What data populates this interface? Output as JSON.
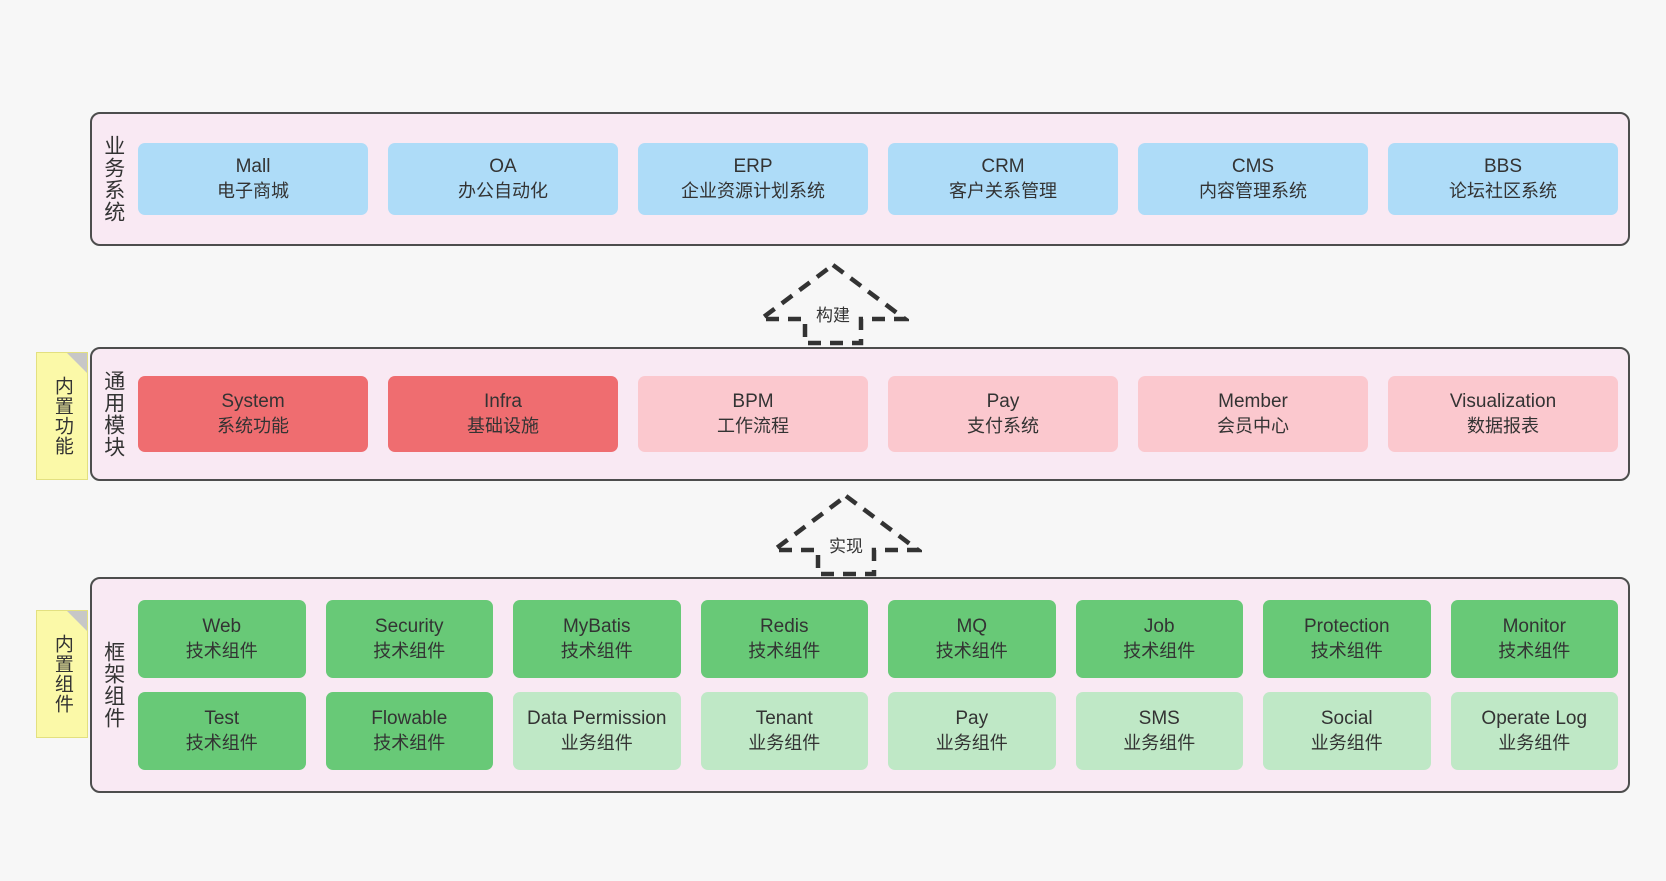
{
  "diagram": {
    "background": "#f7f7f7",
    "layer_bg": "#f9e9f3",
    "layer_border": "#4d4d4d",
    "note_bg": "#fbf9a8",
    "colors": {
      "business": "#aedcf8",
      "core_module": "#ef6d70",
      "module": "#fbc8ce",
      "tech_component": "#68c977",
      "biz_component": "#bfe8c6"
    }
  },
  "notes": [
    {
      "label": "内置功能"
    },
    {
      "label": "内置组件"
    }
  ],
  "arrows": [
    {
      "label": "构建"
    },
    {
      "label": "实现"
    }
  ],
  "layers": [
    {
      "title": "业务系统",
      "rows": [
        [
          {
            "en": "Mall",
            "cn": "电子商城",
            "color": "blue"
          },
          {
            "en": "OA",
            "cn": "办公自动化",
            "color": "blue"
          },
          {
            "en": "ERP",
            "cn": "企业资源计划系统",
            "color": "blue"
          },
          {
            "en": "CRM",
            "cn": "客户关系管理",
            "color": "blue"
          },
          {
            "en": "CMS",
            "cn": "内容管理系统",
            "color": "blue"
          },
          {
            "en": "BBS",
            "cn": "论坛社区系统",
            "color": "blue"
          }
        ]
      ]
    },
    {
      "title": "通用模块",
      "rows": [
        [
          {
            "en": "System",
            "cn": "系统功能",
            "color": "red"
          },
          {
            "en": "Infra",
            "cn": "基础设施",
            "color": "red"
          },
          {
            "en": "BPM",
            "cn": "工作流程",
            "color": "pink"
          },
          {
            "en": "Pay",
            "cn": "支付系统",
            "color": "pink"
          },
          {
            "en": "Member",
            "cn": "会员中心",
            "color": "pink"
          },
          {
            "en": "Visualization",
            "cn": "数据报表",
            "color": "pink"
          }
        ]
      ]
    },
    {
      "title": "框架组件",
      "rows": [
        [
          {
            "en": "Web",
            "cn": "技术组件",
            "color": "green-dark"
          },
          {
            "en": "Security",
            "cn": "技术组件",
            "color": "green-dark"
          },
          {
            "en": "MyBatis",
            "cn": "技术组件",
            "color": "green-dark"
          },
          {
            "en": "Redis",
            "cn": "技术组件",
            "color": "green-dark"
          },
          {
            "en": "MQ",
            "cn": "技术组件",
            "color": "green-dark"
          },
          {
            "en": "Job",
            "cn": "技术组件",
            "color": "green-dark"
          },
          {
            "en": "Protection",
            "cn": "技术组件",
            "color": "green-dark"
          },
          {
            "en": "Monitor",
            "cn": "技术组件",
            "color": "green-dark"
          }
        ],
        [
          {
            "en": "Test",
            "cn": "技术组件",
            "color": "green-dark"
          },
          {
            "en": "Flowable",
            "cn": "技术组件",
            "color": "green-dark"
          },
          {
            "en": "Data Permission",
            "cn": "业务组件",
            "color": "green-light"
          },
          {
            "en": "Tenant",
            "cn": "业务组件",
            "color": "green-light"
          },
          {
            "en": "Pay",
            "cn": "业务组件",
            "color": "green-light"
          },
          {
            "en": "SMS",
            "cn": "业务组件",
            "color": "green-light"
          },
          {
            "en": "Social",
            "cn": "业务组件",
            "color": "green-light"
          },
          {
            "en": "Operate Log",
            "cn": "业务组件",
            "color": "green-light"
          }
        ]
      ]
    }
  ]
}
